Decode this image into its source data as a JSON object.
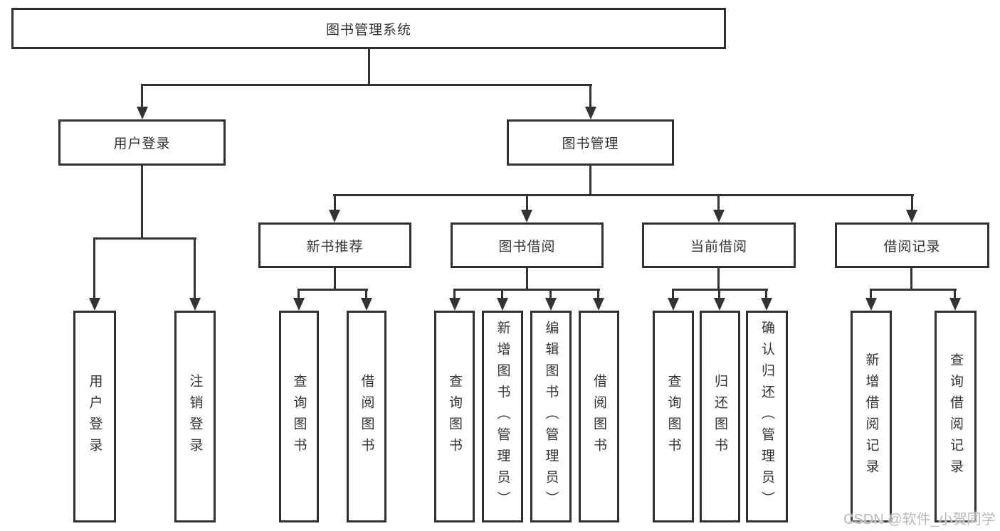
{
  "diagram": {
    "type": "hierarchy-tree",
    "colors": {
      "line": "#333333",
      "border": "#2f2f2f",
      "text": "#333333",
      "background": "#ffffff",
      "watermark_text": "#b9b9b9"
    },
    "watermark": "CSDN @软件_小贺同学"
  },
  "tree": {
    "root": "图书管理系统",
    "level2": {
      "user_login": "用户登录",
      "book_mgmt": "图书管理"
    },
    "level3": {
      "new_book_recommend": "新书推荐",
      "book_borrow": "图书借阅",
      "current_borrow": "当前借阅",
      "borrow_record": "借阅记录"
    },
    "leaves": {
      "user_login": [
        "用户登录",
        "注销登录"
      ],
      "new_book_recommend": [
        "查询图书",
        "借阅图书"
      ],
      "book_borrow": [
        "查询图书",
        "新增图书（管理员）",
        "编辑图书（管理员）",
        "借阅图书"
      ],
      "current_borrow": [
        "查询图书",
        "归还图书",
        "确认归还（管理员）"
      ],
      "borrow_record": [
        "新增借阅记录",
        "查询借阅记录"
      ]
    }
  }
}
